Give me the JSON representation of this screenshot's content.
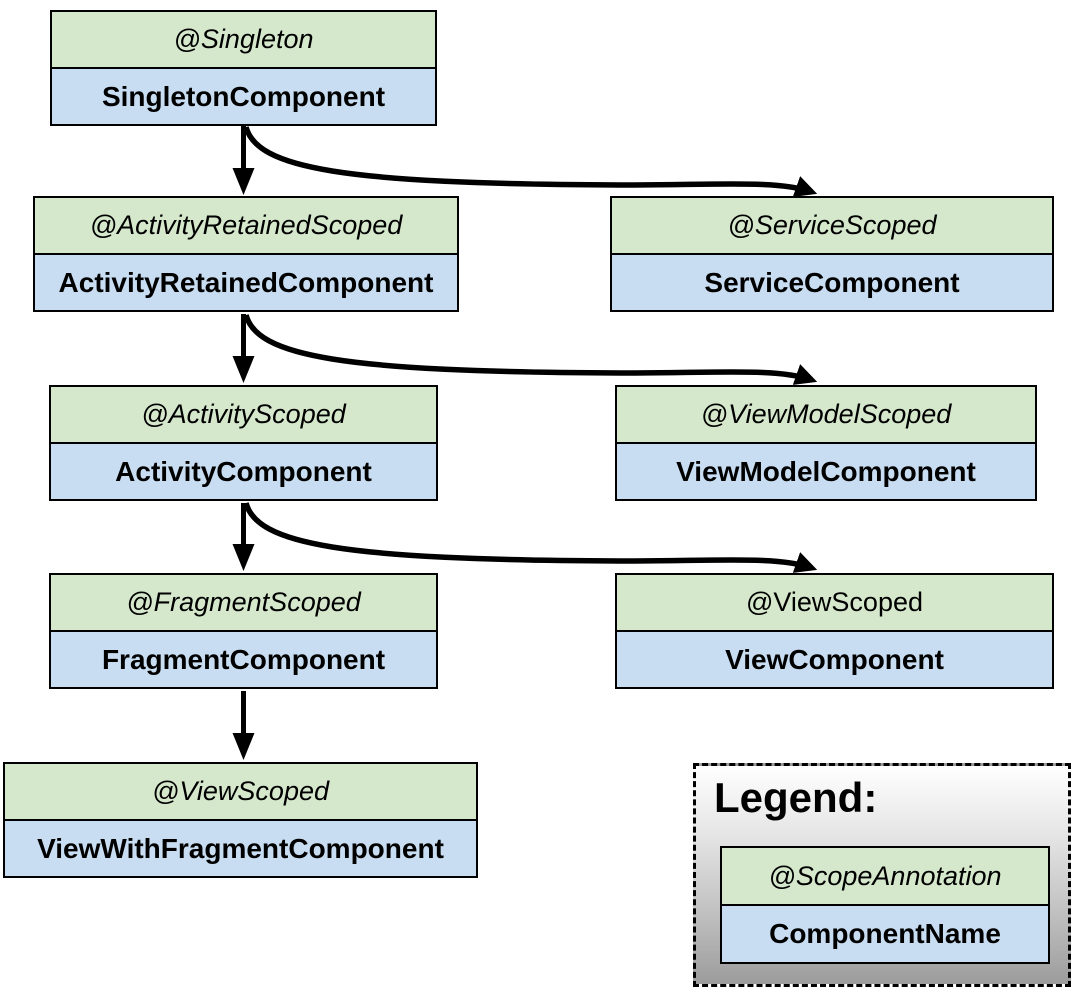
{
  "diagram": {
    "title_implied": "Hilt component hierarchy",
    "nodes": [
      {
        "scope": "@Singleton",
        "component": "SingletonComponent"
      },
      {
        "scope": "@ActivityRetainedScoped",
        "component": "ActivityRetainedComponent"
      },
      {
        "scope": "@ServiceScoped",
        "component": "ServiceComponent"
      },
      {
        "scope": "@ActivityScoped",
        "component": "ActivityComponent"
      },
      {
        "scope": "@ViewModelScoped",
        "component": "ViewModelComponent"
      },
      {
        "scope": "@FragmentScoped",
        "component": "FragmentComponent"
      },
      {
        "scope": "@ViewScoped",
        "component": "ViewComponent"
      },
      {
        "scope": "@ViewScoped",
        "component": "ViewWithFragmentComponent"
      }
    ],
    "edges": [
      {
        "from": "SingletonComponent",
        "to": "ActivityRetainedComponent"
      },
      {
        "from": "SingletonComponent",
        "to": "ServiceComponent"
      },
      {
        "from": "ActivityRetainedComponent",
        "to": "ActivityComponent"
      },
      {
        "from": "ActivityRetainedComponent",
        "to": "ViewModelComponent"
      },
      {
        "from": "ActivityComponent",
        "to": "FragmentComponent"
      },
      {
        "from": "ActivityComponent",
        "to": "ViewComponent"
      },
      {
        "from": "FragmentComponent",
        "to": "ViewWithFragmentComponent"
      }
    ],
    "colors": {
      "scope_bg": "#d5e8cc",
      "component_bg": "#c8ddf1",
      "border": "#000000",
      "arrow": "#000000"
    }
  },
  "legend": {
    "title": "Legend:",
    "scope": "@ScopeAnnotation",
    "component": "ComponentName"
  }
}
